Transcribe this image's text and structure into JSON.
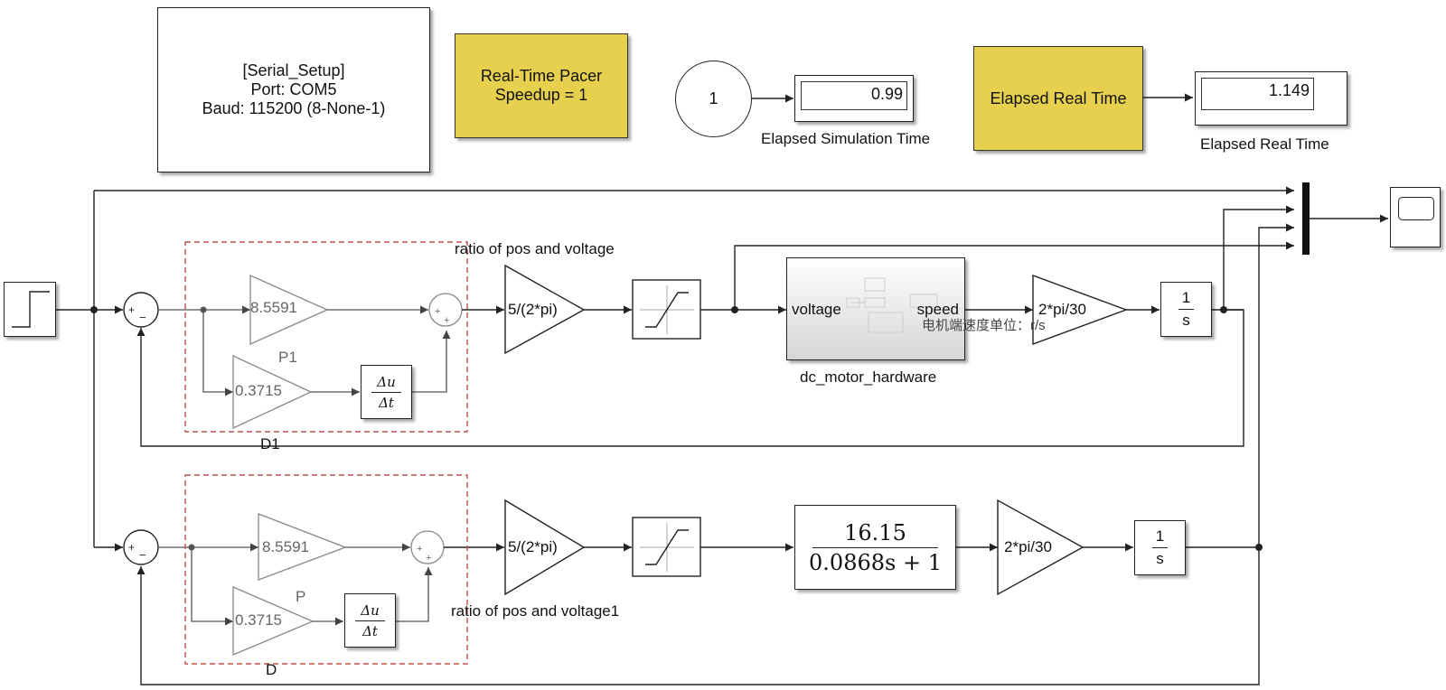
{
  "serial_setup": {
    "line1": "[Serial_Setup]",
    "line2": "Port: COM5",
    "line3": "Baud: 115200 (8-None-1)"
  },
  "pacer": {
    "line1": "Real-Time Pacer",
    "line2": "Speedup = 1"
  },
  "sim_time": {
    "constant": "1",
    "value": "0.99",
    "label": "Elapsed Simulation Time"
  },
  "real_time": {
    "block": "Elapsed Real Time",
    "value": "1.149",
    "label": "Elapsed Real Time"
  },
  "loop1": {
    "p_gain": "8.5591",
    "p_label": "P1",
    "d_gain": "0.3715",
    "d_label": "D1",
    "ratio_gain": "5/(2*pi)",
    "ratio_label": "ratio of pos and voltage",
    "motor_in": "voltage",
    "motor_out": "speed",
    "motor_label": "dc_motor_hardware",
    "conv_gain": "2*pi/30",
    "conv_note": "电机端速度单位：r/s",
    "integrator_num": "1",
    "integrator_den": "s"
  },
  "loop2": {
    "p_gain": "8.5591",
    "p_label": "P",
    "d_gain": "0.3715",
    "d_label": "D",
    "ratio_gain": "5/(2*pi)",
    "ratio_label": "ratio of pos and voltage1",
    "tf_num": "16.15",
    "tf_den": "0.0868s + 1",
    "conv_gain": "2*pi/30",
    "integrator_num": "1",
    "integrator_den": "s"
  },
  "derivative": {
    "num": "Δu",
    "den": "Δt"
  },
  "sum_signs": {
    "plus": "+",
    "minus": "−"
  }
}
